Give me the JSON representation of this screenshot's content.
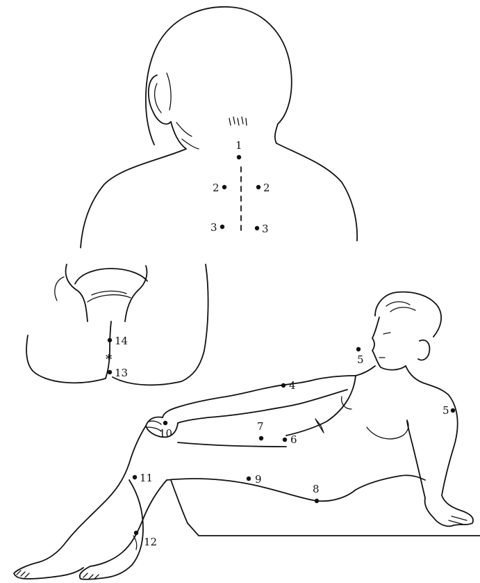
{
  "labels": {
    "p1": "1",
    "p2_left": "2",
    "p2_right": "2",
    "p3_left": "3",
    "p3_right": "3",
    "p4": "4",
    "p5_shoulder": "5",
    "p5_arm": "5",
    "p6": "6",
    "p7": "7",
    "p8": "8",
    "p9": "9",
    "p10": "10",
    "p11": "11",
    "p12": "12",
    "p13": "13",
    "p14": "14",
    "star": "*"
  }
}
